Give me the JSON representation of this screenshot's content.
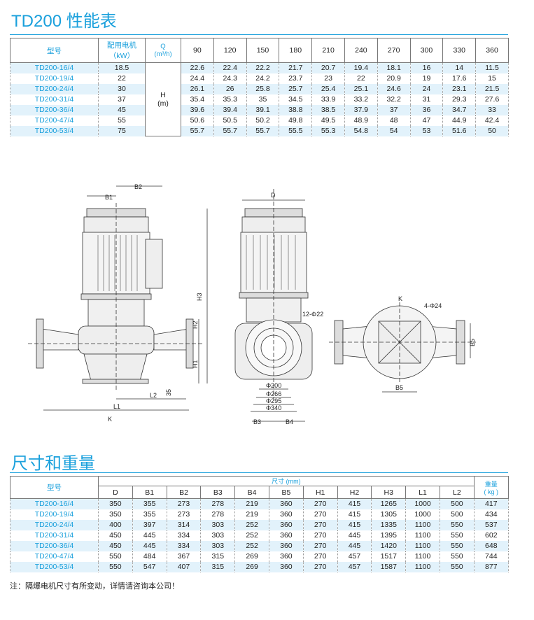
{
  "perf": {
    "title": "TD200 性能表",
    "h_model": "型号",
    "h_motor1": "配用电机",
    "h_motor2": "（kW）",
    "h_q1": "Q",
    "h_q2": "(m³/h)",
    "h_h1": "H",
    "h_h2": "(m)",
    "flows": [
      "90",
      "120",
      "150",
      "180",
      "210",
      "240",
      "270",
      "300",
      "330",
      "360"
    ],
    "rows": [
      {
        "model": "TD200-16/4",
        "kw": "18.5",
        "h": [
          "22.6",
          "22.4",
          "22.2",
          "21.7",
          "20.7",
          "19.4",
          "18.1",
          "16",
          "14",
          "11.5"
        ]
      },
      {
        "model": "TD200-19/4",
        "kw": "22",
        "h": [
          "24.4",
          "24.3",
          "24.2",
          "23.7",
          "23",
          "22",
          "20.9",
          "19",
          "17.6",
          "15"
        ]
      },
      {
        "model": "TD200-24/4",
        "kw": "30",
        "h": [
          "26.1",
          "26",
          "25.8",
          "25.7",
          "25.4",
          "25.1",
          "24.6",
          "24",
          "23.1",
          "21.5"
        ]
      },
      {
        "model": "TD200-31/4",
        "kw": "37",
        "h": [
          "35.4",
          "35.3",
          "35",
          "34.5",
          "33.9",
          "33.2",
          "32.2",
          "31",
          "29.3",
          "27.6"
        ]
      },
      {
        "model": "TD200-36/4",
        "kw": "45",
        "h": [
          "39.6",
          "39.4",
          "39.1",
          "38.8",
          "38.5",
          "37.9",
          "37",
          "36",
          "34.7",
          "33"
        ]
      },
      {
        "model": "TD200-47/4",
        "kw": "55",
        "h": [
          "50.6",
          "50.5",
          "50.2",
          "49.8",
          "49.5",
          "48.9",
          "48",
          "47",
          "44.9",
          "42.4"
        ]
      },
      {
        "model": "TD200-53/4",
        "kw": "75",
        "h": [
          "55.7",
          "55.7",
          "55.7",
          "55.5",
          "55.3",
          "54.8",
          "54",
          "53",
          "51.6",
          "50"
        ]
      }
    ]
  },
  "drawing": {
    "labels": {
      "b1": "B1",
      "b2": "B2",
      "h1": "H1",
      "h2": "H2",
      "h3": "H3",
      "l1": "L1",
      "l2": "L2",
      "k": "K",
      "d": "D",
      "b3": "B3",
      "b4": "B4",
      "b5": "B5",
      "k2": "K",
      "bolts12": "12-Φ22",
      "d200": "Φ200",
      "d266": "Φ266",
      "d295": "Φ295",
      "d340": "Φ340",
      "bolts4": "4-Φ24",
      "dim35": "35"
    }
  },
  "dims": {
    "title": "尺寸和重量",
    "h_model": "型号",
    "h_size": "尺寸 (mm)",
    "h_weight1": "重量",
    "h_weight2": "( kg )",
    "cols": [
      "D",
      "B1",
      "B2",
      "B3",
      "B4",
      "B5",
      "H1",
      "H2",
      "H3",
      "L1",
      "L2"
    ],
    "rows": [
      {
        "model": "TD200-16/4",
        "v": [
          "350",
          "355",
          "273",
          "278",
          "219",
          "360",
          "270",
          "415",
          "1265",
          "1000",
          "500"
        ],
        "w": "417"
      },
      {
        "model": "TD200-19/4",
        "v": [
          "350",
          "355",
          "273",
          "278",
          "219",
          "360",
          "270",
          "415",
          "1305",
          "1000",
          "500"
        ],
        "w": "434"
      },
      {
        "model": "TD200-24/4",
        "v": [
          "400",
          "397",
          "314",
          "303",
          "252",
          "360",
          "270",
          "415",
          "1335",
          "1100",
          "550"
        ],
        "w": "537"
      },
      {
        "model": "TD200-31/4",
        "v": [
          "450",
          "445",
          "334",
          "303",
          "252",
          "360",
          "270",
          "445",
          "1395",
          "1100",
          "550"
        ],
        "w": "602"
      },
      {
        "model": "TD200-36/4",
        "v": [
          "450",
          "445",
          "334",
          "303",
          "252",
          "360",
          "270",
          "445",
          "1420",
          "1100",
          "550"
        ],
        "w": "648"
      },
      {
        "model": "TD200-47/4",
        "v": [
          "550",
          "484",
          "367",
          "315",
          "269",
          "360",
          "270",
          "457",
          "1517",
          "1100",
          "550"
        ],
        "w": "744"
      },
      {
        "model": "TD200-53/4",
        "v": [
          "550",
          "547",
          "407",
          "315",
          "269",
          "360",
          "270",
          "457",
          "1587",
          "1100",
          "550"
        ],
        "w": "877"
      }
    ]
  },
  "note": "注：隔爆电机尺寸有所变动，详情请咨询本公司！"
}
